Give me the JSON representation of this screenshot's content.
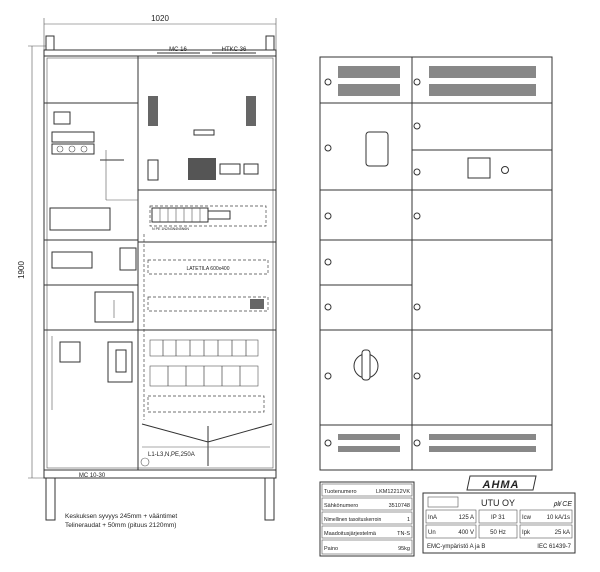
{
  "drawing": {
    "width_dim": "1020",
    "height_dim": "1900",
    "top_labels": [
      "MC 16",
      "HTKC 36"
    ],
    "bottom_label": "MC 10-30",
    "busbar_label": "L1-L3,N,PE,250A",
    "meter_area_label": "LATETILA   600x400",
    "terminal_labels": "N  PE 1N2N3N4N5N6N",
    "notes": [
      "Keskuksen syvyys 245mm + vääntimet",
      "Telineraudat + 50mm (pituus 2120mm)"
    ]
  },
  "spec_table": [
    {
      "label": "Tuotenumero",
      "value": "LKM12212VK"
    },
    {
      "label": "Sähkönumero",
      "value": "3510748"
    },
    {
      "label": "Nimellinen tasoituskerroin",
      "value": "1"
    },
    {
      "label": "Maadoitusjärjestelmä",
      "value": "TN-S"
    },
    {
      "label": "Paino",
      "value": "95kg"
    }
  ],
  "nameplate": {
    "logo": "AHMA",
    "company": "UTU OY",
    "marks": "㎺ CE",
    "cells": [
      {
        "label": "InA",
        "value": "125 A"
      },
      {
        "label": "",
        "value": "IP 31"
      },
      {
        "label": "Icw",
        "value": "10 kA/1s"
      },
      {
        "label": "Un",
        "value": "400 V"
      },
      {
        "label": "",
        "value": "50 Hz"
      },
      {
        "label": "Ipk",
        "value": "25 kA"
      }
    ],
    "emc": "EMC-ympäristö  A ja B",
    "standard": "IEC 61439-7"
  }
}
